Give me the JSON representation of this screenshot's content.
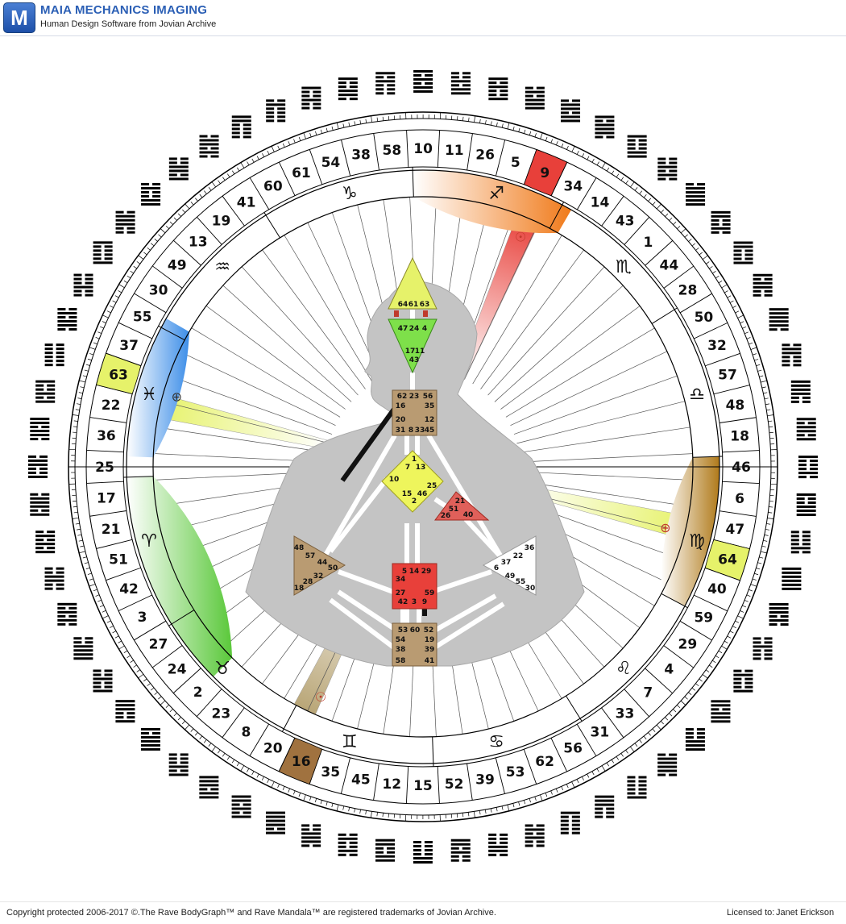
{
  "header": {
    "logo_letter": "M",
    "title": "MAIA MECHANICS IMAGING",
    "subtitle": "Human Design Software from Jovian Archive"
  },
  "footer": {
    "copyright": "Copyright protected 2006-2017 ©.The Rave BodyGraph™ and Rave Mandala™ are registered trademarks of Jovian Archive.",
    "licensed_label": "Licensed to:",
    "licensed_name": "Janet Erickson"
  },
  "wheel": {
    "gates": [
      "10",
      "11",
      "26",
      "5",
      "9",
      "34",
      "14",
      "43",
      "1",
      "44",
      "28",
      "50",
      "32",
      "57",
      "48",
      "18",
      "46",
      "6",
      "47",
      "64",
      "40",
      "59",
      "29",
      "4",
      "7",
      "33",
      "31",
      "56",
      "62",
      "53",
      "39",
      "52",
      "15",
      "12",
      "45",
      "35",
      "16",
      "20",
      "8",
      "23",
      "2",
      "24",
      "27",
      "3",
      "42",
      "51",
      "21",
      "17",
      "25",
      "36",
      "22",
      "63",
      "37",
      "55",
      "30",
      "49",
      "13",
      "19",
      "41",
      "60",
      "61",
      "54",
      "38",
      "58"
    ],
    "highlights": [
      {
        "gate": "9",
        "color": "#e8403a"
      },
      {
        "gate": "64",
        "color": "#e6f26a"
      },
      {
        "gate": "16",
        "color": "#a0723f"
      },
      {
        "gate": "63",
        "color": "#e6f26a"
      }
    ],
    "zodiac": [
      {
        "sign": "capricorn",
        "glyph": "♑"
      },
      {
        "sign": "sagittarius",
        "glyph": "♐"
      },
      {
        "sign": "scorpio",
        "glyph": "♏"
      },
      {
        "sign": "libra",
        "glyph": "♎"
      },
      {
        "sign": "virgo",
        "glyph": "♍"
      },
      {
        "sign": "leo",
        "glyph": "♌"
      },
      {
        "sign": "cancer",
        "glyph": "♋"
      },
      {
        "sign": "gemini",
        "glyph": "♊"
      },
      {
        "sign": "taurus",
        "glyph": "♉"
      },
      {
        "sign": "aries",
        "glyph": "♈"
      },
      {
        "sign": "pisces",
        "glyph": "♓"
      },
      {
        "sign": "aquarius",
        "glyph": "♒"
      }
    ],
    "planets": [
      {
        "name": "sun",
        "glyph": "☉",
        "color": "#c0392b"
      },
      {
        "name": "earth",
        "glyph": "⊕",
        "color": "#c0392b"
      },
      {
        "name": "sun",
        "glyph": "☉",
        "color": "#c0392b"
      },
      {
        "name": "earth",
        "glyph": "⊕",
        "color": "#333333"
      }
    ]
  },
  "bodygraph": {
    "head": [
      "64",
      "61",
      "63"
    ],
    "ajna": [
      "47",
      "24",
      "4",
      "17",
      "11",
      "43"
    ],
    "throat": [
      "62",
      "23",
      "56",
      "16",
      "35",
      "20",
      "12",
      "31",
      "8",
      "33",
      "45"
    ],
    "g_center": [
      "1",
      "7",
      "13",
      "10",
      "25",
      "15",
      "46",
      "2"
    ],
    "ego": [
      "21",
      "51",
      "26",
      "40"
    ],
    "sacral": [
      "5",
      "14",
      "29",
      "34",
      "27",
      "59",
      "42",
      "3",
      "9"
    ],
    "spleen": [
      "48",
      "57",
      "44",
      "50",
      "32",
      "28",
      "18"
    ],
    "solar_plexus": [
      "36",
      "22",
      "37",
      "6",
      "49",
      "55",
      "30"
    ],
    "root": [
      "53",
      "60",
      "52",
      "54",
      "19",
      "38",
      "39",
      "58",
      "41"
    ]
  },
  "colors": {
    "brand": "#2b5fb5",
    "defined_red": "#e8403a",
    "defined_yellow": "#e6f26a",
    "defined_green": "#5ac83a",
    "body_gray": "#bfbfbf"
  }
}
